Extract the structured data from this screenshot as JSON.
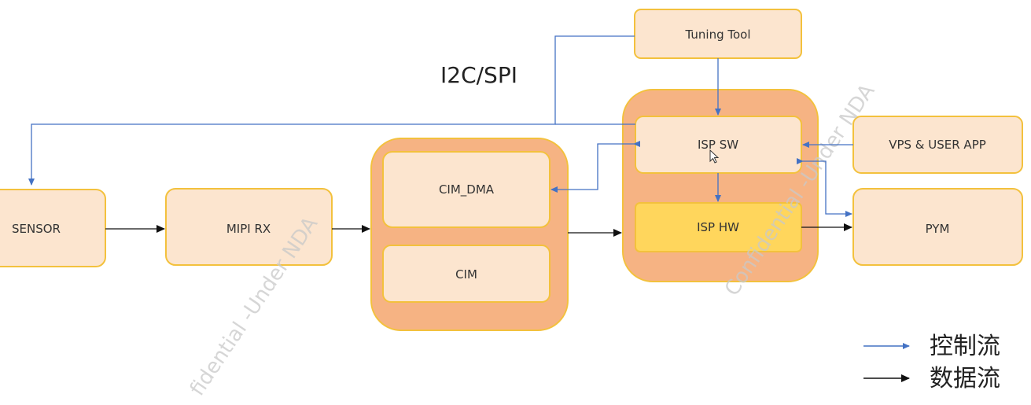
{
  "colors": {
    "box_fill": "#fce5cf",
    "box_border": "#f3c13d",
    "group_fill": "#f6b383",
    "highlight_fill": "#ffd65c",
    "control_arrow": "#4472c4",
    "data_arrow": "#111111"
  },
  "nodes": {
    "tuning_tool": "Tuning Tool",
    "sensor": "SENSOR",
    "mipi_rx": "MIPI RX",
    "cim_dma": "CIM_DMA",
    "cim": "CIM",
    "isp_sw": "ISP SW",
    "isp_hw": "ISP HW",
    "vps_user_app": "VPS & USER APP",
    "pym": "PYM"
  },
  "labels": {
    "bus": "I2C/SPI"
  },
  "legend": {
    "control_flow": "控制流",
    "data_flow": "数据流"
  },
  "watermarks": {
    "left": "fidential -Under NDA",
    "right": "Confidential -Under NDA"
  }
}
